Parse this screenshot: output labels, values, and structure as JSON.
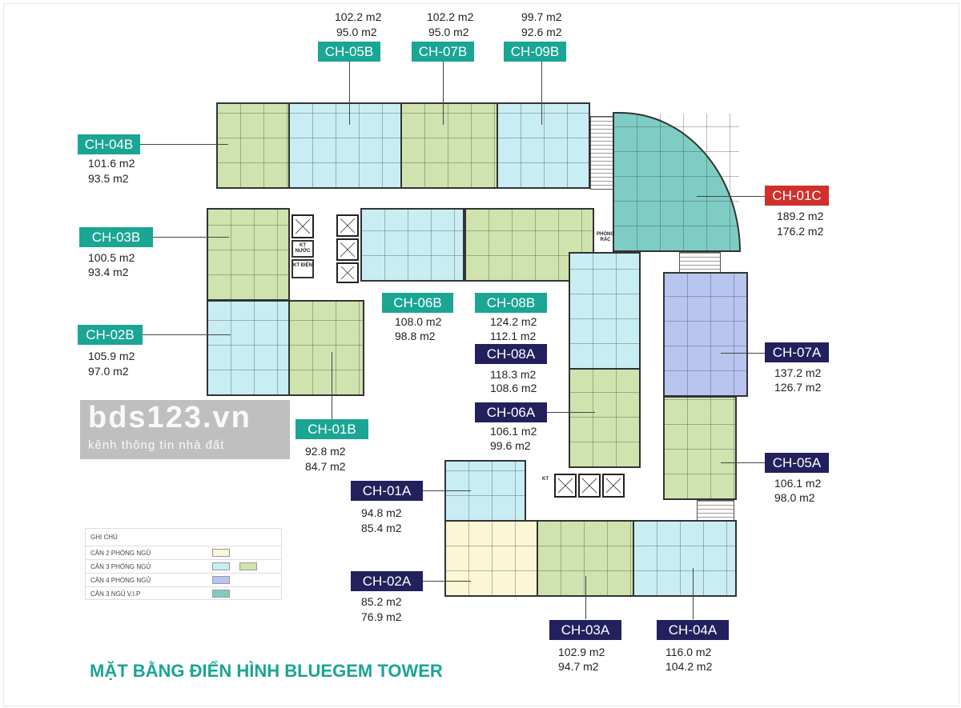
{
  "title": "MẶT BẰNG ĐIỂN HÌNH BLUEGEM TOWER",
  "watermark": {
    "main": "bds123.vn",
    "sub": "kênh thông tin nhà đất"
  },
  "rooms": {
    "kt_nuoc": "KT NƯỚC",
    "kt_dien": "KT ĐIỆN",
    "phong_rac": "PHÒNG RÁC",
    "kt": "KT"
  },
  "units": {
    "ch05b": {
      "label": "CH-05B",
      "a1": "102.2 m2",
      "a2": "95.0 m2"
    },
    "ch07b": {
      "label": "CH-07B",
      "a1": "102.2 m2",
      "a2": "95.0 m2"
    },
    "ch09b": {
      "label": "CH-09B",
      "a1": "99.7 m2",
      "a2": "92.6 m2"
    },
    "ch04b": {
      "label": "CH-04B",
      "a1": "101.6 m2",
      "a2": "93.5 m2"
    },
    "ch03b": {
      "label": "CH-03B",
      "a1": "100.5 m2",
      "a2": "93.4 m2"
    },
    "ch02b": {
      "label": "CH-02B",
      "a1": "105.9 m2",
      "a2": "97.0 m2"
    },
    "ch01b": {
      "label": "CH-01B",
      "a1": "92.8 m2",
      "a2": "84.7 m2"
    },
    "ch06b": {
      "label": "CH-06B",
      "a1": "108.0 m2",
      "a2": "98.8 m2"
    },
    "ch08b": {
      "label": "CH-08B",
      "a1": "124.2 m2",
      "a2": "112.1 m2"
    },
    "ch08a": {
      "label": "CH-08A",
      "a1": "118.3 m2",
      "a2": "108.6 m2"
    },
    "ch06a": {
      "label": "CH-06A",
      "a1": "106.1 m2",
      "a2": "99.6 m2"
    },
    "ch01c": {
      "label": "CH-01C",
      "a1": "189.2 m2",
      "a2": "176.2 m2"
    },
    "ch07a": {
      "label": "CH-07A",
      "a1": "137.2 m2",
      "a2": "126.7 m2"
    },
    "ch05a": {
      "label": "CH-05A",
      "a1": "106.1 m2",
      "a2": "98.0 m2"
    },
    "ch01a": {
      "label": "CH-01A",
      "a1": "94.8 m2",
      "a2": "85.4 m2"
    },
    "ch02a": {
      "label": "CH-02A",
      "a1": "85.2 m2",
      "a2": "76.9 m2"
    },
    "ch03a": {
      "label": "CH-03A",
      "a1": "102.9 m2",
      "a2": "94.7 m2"
    },
    "ch04a": {
      "label": "CH-04A",
      "a1": "116.0 m2",
      "a2": "104.2 m2"
    }
  },
  "legend": {
    "title": "GHI CHÚ",
    "items": [
      "CĂN 2 PHÒNG NGỦ",
      "CĂN 3 PHÒNG NGỦ",
      "CĂN 4 PHÒNG NGỦ",
      "CĂN 3 NGỦ V.I.P"
    ]
  },
  "colors": {
    "teal_label": "#1aa594",
    "navy_label": "#23205e",
    "red_label": "#d0302b",
    "2br": "#fbf6d6",
    "3br_blue": "#c8eef4",
    "3br_green": "#cfe3ae",
    "4br": "#b8c5ee",
    "vip": "#7ecdc4"
  }
}
